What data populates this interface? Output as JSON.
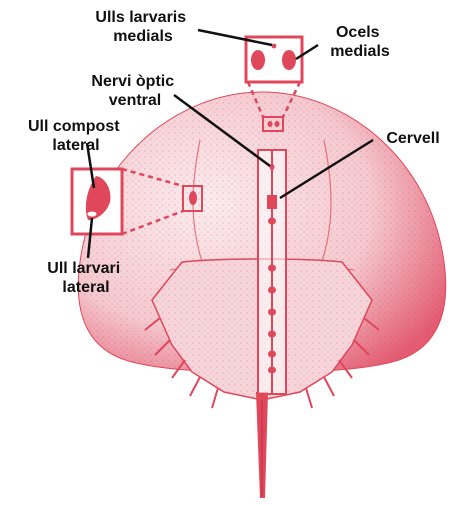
{
  "colors": {
    "accent": "#e0475a",
    "shell_fill": "#f7d8dc",
    "shell_shade": "#e8627a",
    "text": "#111111",
    "background": "#ffffff"
  },
  "labels": {
    "ulls_larvaris_medials": [
      "Ulls larvaris",
      "medials"
    ],
    "ocels_medials": [
      "Ocels",
      "medials"
    ],
    "nervi_optic_ventral": [
      "Nervi òptic",
      "ventral"
    ],
    "cervell": [
      "Cervell"
    ],
    "ull_compost_lateral": [
      "Ull compost",
      "lateral"
    ],
    "ull_larvari_lateral": [
      "Ull larvari",
      "lateral"
    ]
  }
}
